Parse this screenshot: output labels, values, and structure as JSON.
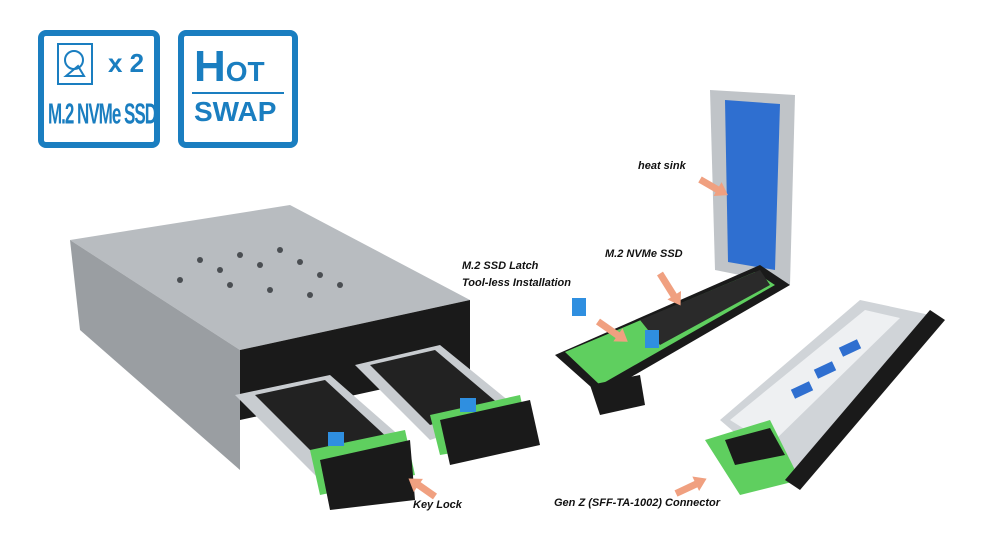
{
  "badges": {
    "nvme": {
      "multiplier": "x 2",
      "text": "M.2 NVMe SSD",
      "icon": "hard-drive-icon"
    },
    "hotswap": {
      "line1_big": "H",
      "line1_small": "OT",
      "line2": "SWAP"
    }
  },
  "labels": {
    "heat_sink": "heat sink",
    "nvme_ssd": "M.2  NVMe SSD",
    "latch_line1": "M.2 SSD Latch",
    "latch_line2": "Tool-less Installation",
    "key_lock": "Key Lock",
    "connector": "Gen Z (SFF-TA-1002) Connector"
  },
  "colors": {
    "brand_blue": "#1a7ec0",
    "arrow": "#f0a080",
    "pcb_green": "#5fcf5f",
    "heatsink_blue": "#2f6fd0"
  }
}
